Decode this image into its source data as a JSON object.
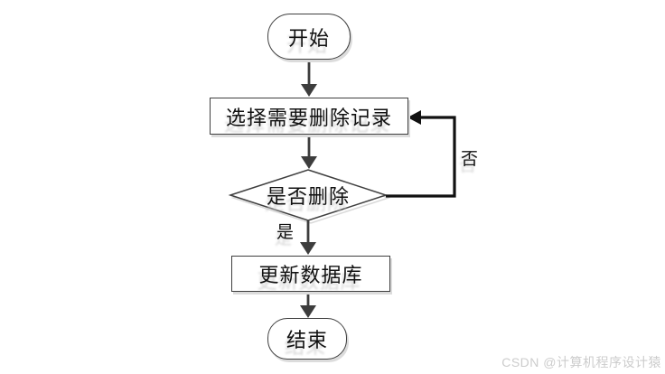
{
  "diagram": {
    "type": "flowchart",
    "direction": "top-down",
    "nodes": [
      {
        "id": "start",
        "shape": "terminator",
        "label": "开始"
      },
      {
        "id": "select-records",
        "shape": "process",
        "label": "选择需要删除记录"
      },
      {
        "id": "delete-decision",
        "shape": "decision",
        "label": "是否删除"
      },
      {
        "id": "update-database",
        "shape": "process",
        "label": "更新数据库"
      },
      {
        "id": "end",
        "shape": "terminator",
        "label": "结束"
      }
    ],
    "edges": [
      {
        "from": "start",
        "to": "select-records",
        "label": ""
      },
      {
        "from": "select-records",
        "to": "delete-decision",
        "label": ""
      },
      {
        "from": "delete-decision",
        "to": "update-database",
        "label": "是"
      },
      {
        "from": "delete-decision",
        "to": "select-records",
        "label": "否"
      },
      {
        "from": "update-database",
        "to": "end",
        "label": ""
      }
    ],
    "decision_labels": {
      "yes": "是",
      "no": "否"
    }
  },
  "watermark": "CSDN @计算机程序设计猿",
  "colors": {
    "background": "#ffffff",
    "shape_border": "#3f3f3f",
    "shape_fill": "#ffffff",
    "arrow": "#3d3d3d",
    "loop_arrow": "#111111",
    "text": "#111111",
    "shadow": "#dcdcdc",
    "watermark": "#cccccc"
  }
}
